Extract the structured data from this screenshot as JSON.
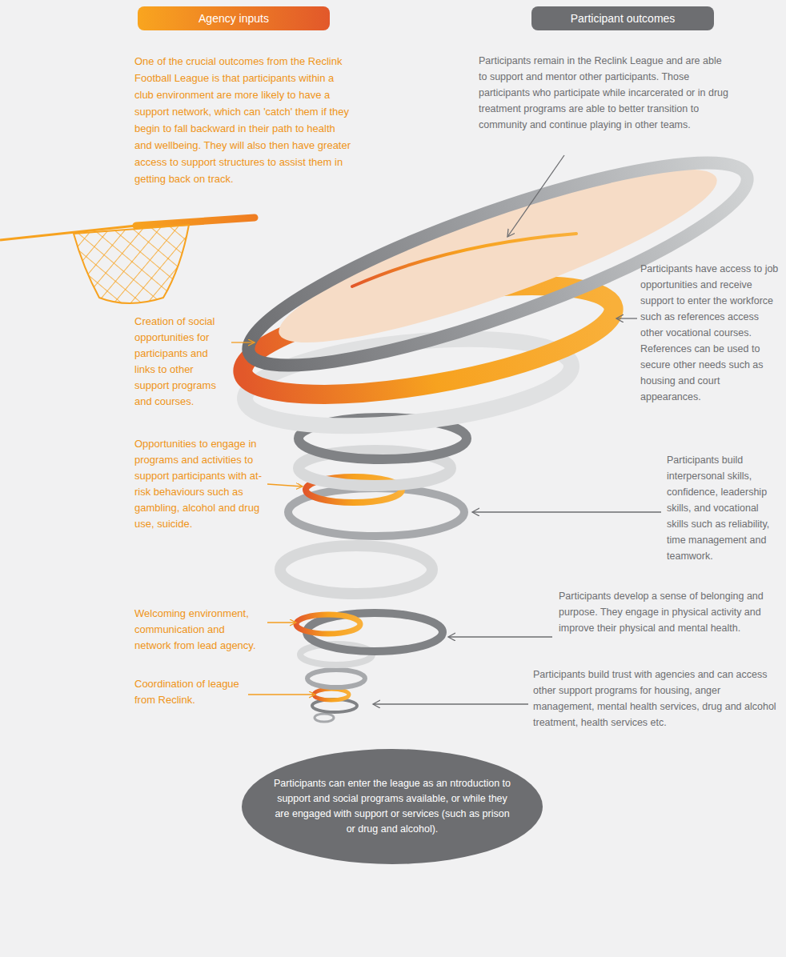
{
  "diagram": {
    "nodes": [
      {
        "text": [
          "Agency inputs"
        ]
      },
      {
        "text": [
          "Participant outcomes"
        ]
      },
      {
        "text": [
          "Participants can enter the league as an ntroduction to support and social programs available, or while they are engaged with support or services (such as prison or drug and alcohol)."
        ]
      }
    ],
    "labels": [
      "One of the crucial outcomes from the Reclink Football League is that participants within a club environment are more likely to have a support network, which can 'catch' them if they begin to fall backward in their path to health and wellbeing. They will also then have greater access to support structures to assist them in getting back on track.",
      "Participants remain in the Reclink League and are able to support and mentor other participants. Those participants who participate while incarcerated or in drug treatment programs are able to better transition to community and continue playing in other teams.",
      "Participants have access to job opportunities and receive support to enter the workforce such as references access other vocational courses.",
      "References can be used to secure other needs such as housing and court appearances.",
      "Creation of social opportunities for participants and links to other support programs and courses.",
      "Participants build interpersonal skills, confidence, leadership skills, and vocational skills such as reliability, time management and teamwork.",
      "Opportunities to engage in programs and activities to support participants with at-risk behaviours such as gambling, alcohol and drug use, suicide.",
      "Participants develop a sense of belonging and purpose. They engage in physical activity and improve their physical and mental health.",
      "Welcoming environment, communication and network from lead agency.",
      "Participants build trust with agencies and can access other support programs for housing, anger management, mental health services, drug and alcohol treatment, health services etc.",
      "Coordination of league from Reclink."
    ]
  }
}
